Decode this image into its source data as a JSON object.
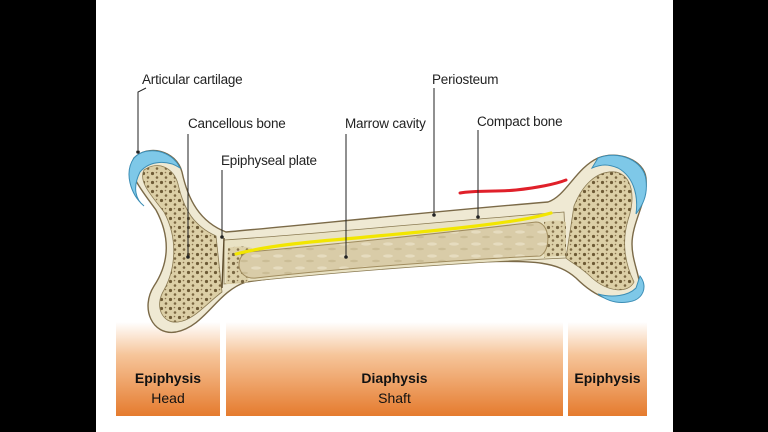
{
  "labels": {
    "articular_cartilage": "Articular cartilage",
    "cancellous_bone": "Cancellous bone",
    "epiphyseal_plate": "Epiphyseal plate",
    "marrow_cavity": "Marrow cavity",
    "periosteum": "Periosteum",
    "compact_bone": "Compact bone"
  },
  "sections": [
    {
      "title": "Epiphysis",
      "subtitle": "Head"
    },
    {
      "title": "Diaphysis",
      "subtitle": "Shaft"
    },
    {
      "title": "Epiphysis",
      "subtitle": ""
    }
  ],
  "colors": {
    "cartilage": "#7ec8e8",
    "bone_shell": "#ece6cf",
    "spongy": "#d7c9a0",
    "marrow": "#d8ccaa",
    "band": "#e8823c",
    "yellow_annotation": "#f2e600",
    "red_annotation": "#e0202a"
  }
}
